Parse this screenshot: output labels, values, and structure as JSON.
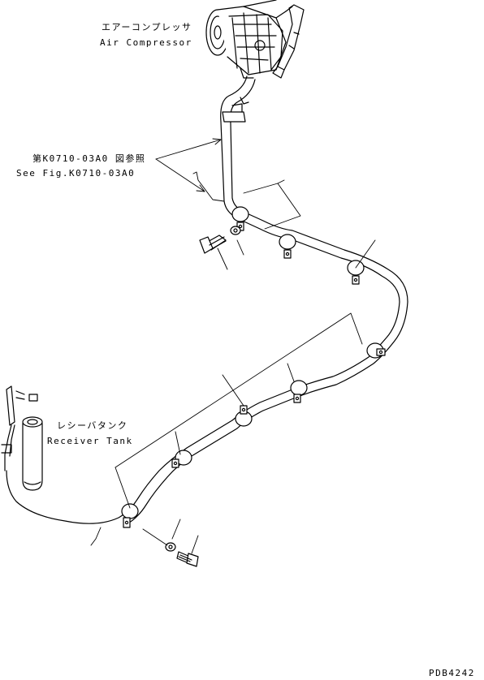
{
  "labels": {
    "compressor_jp": "エアーコンプレッサ",
    "compressor_en": "Air Compressor",
    "ref_jp": "第K0710-03A0 図参照",
    "ref_en": "See Fig.K0710-03A0",
    "tank_jp": "レシーバタンク",
    "tank_en": "Receiver Tank",
    "drawing_code": "PDB4242"
  }
}
